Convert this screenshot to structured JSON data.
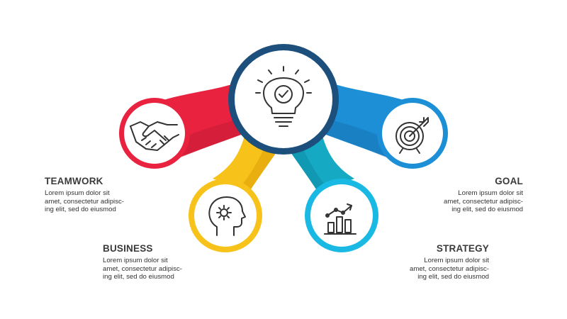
{
  "colors": {
    "red": "#e8223f",
    "yellow": "#f7c21a",
    "teal": "#16a9c4",
    "cyan": "#19b9e3",
    "blue": "#1c8fd6",
    "navy": "#1c4f7c",
    "icon": "#333333"
  },
  "nodes": [
    {
      "id": "center",
      "icon": "lightbulb-check-icon",
      "color": "#1c4f7c"
    },
    {
      "id": "teamwork",
      "icon": "handshake-icon",
      "color": "#e8223f"
    },
    {
      "id": "business",
      "icon": "head-gear-icon",
      "color": "#f7c21a"
    },
    {
      "id": "strategy",
      "icon": "bar-chart-growth-icon",
      "color": "#19b9e3"
    },
    {
      "id": "goal",
      "icon": "target-arrow-icon",
      "color": "#1c8fd6"
    }
  ],
  "labels": {
    "teamwork": {
      "title": "TEAMWORK",
      "lines": [
        "Lorem ipsum dolor sit",
        "amet, consectetur adipisc-",
        "ing elit, sed do eiusmod"
      ]
    },
    "business": {
      "title": "BUSINESS",
      "lines": [
        "Lorem ipsum dolor sit",
        "amet, consectetur adipisc-",
        "ing elit, sed do eiusmod"
      ]
    },
    "goal": {
      "title": "GOAL",
      "lines": [
        "Lorem ipsum dolor sit",
        "amet, consectetur adipisc-",
        "ing elit, sed do eiusmod"
      ]
    },
    "strategy": {
      "title": "STRATEGY",
      "lines": [
        "Lorem ipsum dolor sit",
        "amet, consectetur adipisc-",
        "ing elit, sed do eiusmod"
      ]
    }
  }
}
